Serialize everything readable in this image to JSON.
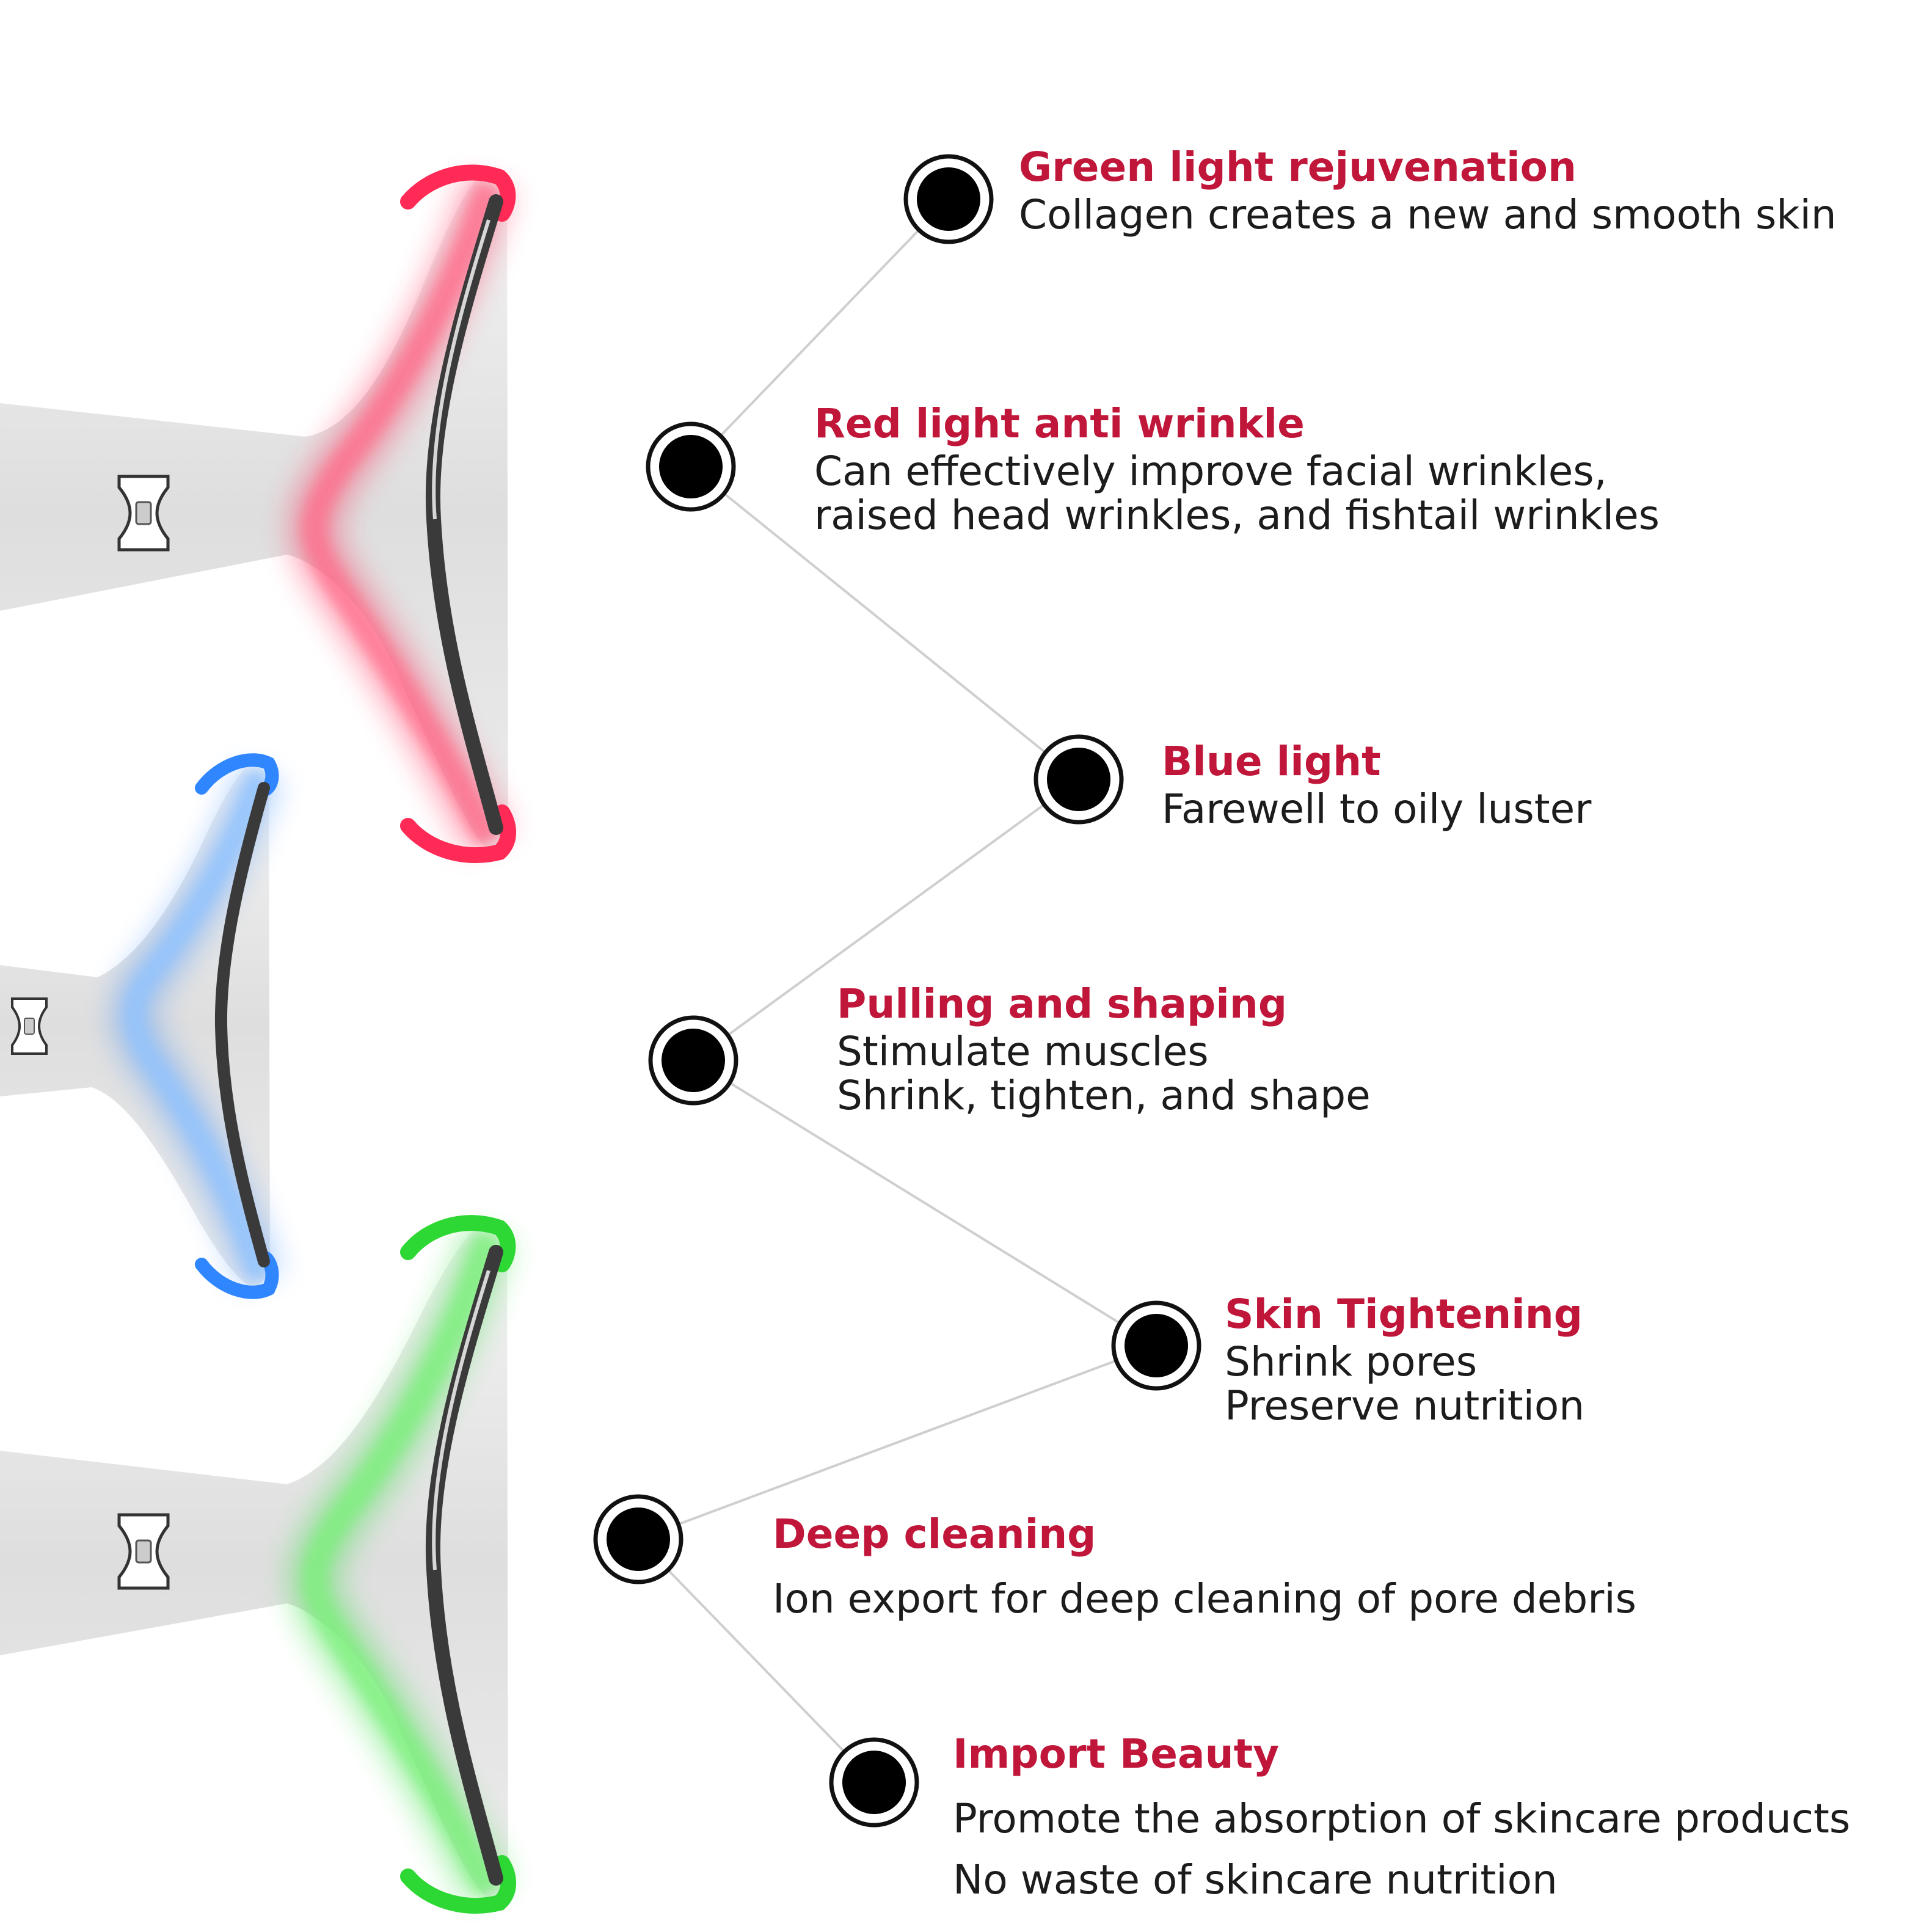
{
  "colors": {
    "title": "#c0163a",
    "text": "#1c1c1c",
    "connector": "#cfcfcf",
    "marker_fill": "#000000",
    "device_body": "#e6e6e6",
    "glow_red": "#ff2a55",
    "glow_blue": "#2f86ff",
    "glow_green": "#33e03d"
  },
  "devices": [
    {
      "glow": "red",
      "button_icon": "power-button-icon"
    },
    {
      "glow": "blue",
      "button_icon": "power-button-icon"
    },
    {
      "glow": "green",
      "button_icon": "power-button-icon"
    }
  ],
  "features": [
    {
      "title": "Green light rejuvenation",
      "lines": [
        "Collagen creates a new and smooth skin"
      ]
    },
    {
      "title": "Red light anti wrinkle",
      "lines": [
        "Can effectively improve facial wrinkles,",
        "raised head wrinkles, and fishtail wrinkles"
      ]
    },
    {
      "title": "Blue light",
      "lines": [
        "Farewell to oily luster"
      ]
    },
    {
      "title": "Pulling and shaping",
      "lines": [
        "Stimulate muscles",
        "Shrink, tighten, and shape"
      ]
    },
    {
      "title": "Skin Tightening",
      "lines": [
        "Shrink pores",
        "Preserve nutrition"
      ]
    },
    {
      "title": "Deep cleaning",
      "lines": [
        "Ion export for deep cleaning of pore debris"
      ]
    },
    {
      "title": "Import Beauty",
      "lines": [
        "Promote the absorption of skincare products",
        "No waste of skincare nutrition"
      ]
    }
  ]
}
